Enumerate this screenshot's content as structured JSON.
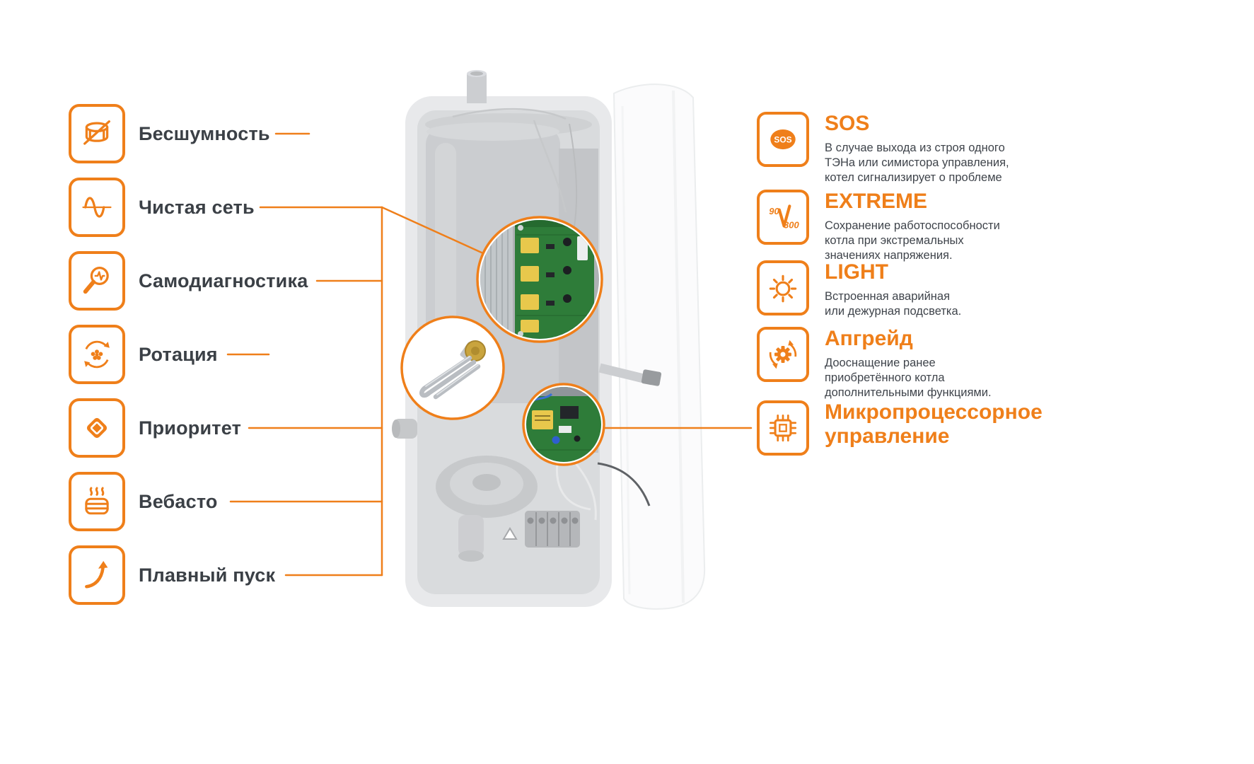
{
  "colors": {
    "accent": "#ef7f1a",
    "text_dark": "#3b4046",
    "text_desc": "#3f444b"
  },
  "icons": {
    "sos_text": "SOS",
    "extreme_left": "90",
    "extreme_right": "300"
  },
  "left_features": [
    {
      "label": "Бесшумность",
      "icon": "drum-mute-icon"
    },
    {
      "label": "Чистая сеть",
      "icon": "sine-wave-icon"
    },
    {
      "label": "Самодиагностика",
      "icon": "diagnostics-magnifier-icon"
    },
    {
      "label": "Ротация",
      "icon": "rotation-arrows-icon"
    },
    {
      "label": "Приоритет",
      "icon": "priority-diamond-icon"
    },
    {
      "label": "Вебасто",
      "icon": "webasto-heating-icon"
    },
    {
      "label": "Плавный пуск",
      "icon": "soft-start-arrow-icon"
    }
  ],
  "right_features": [
    {
      "title_lines": [
        "SOS",
        ""
      ],
      "icon": "sos-badge-icon",
      "description_lines": [
        "В случае выхода из строя одного",
        "ТЭНа или симистора управления,",
        "котел сигнализирует о проблеме"
      ]
    },
    {
      "title_lines": [
        "EXTREME",
        ""
      ],
      "icon": "voltage-range-icon",
      "description_lines": [
        "Сохранение работоспособности",
        "котла при экстремальных",
        "значениях напряжения."
      ]
    },
    {
      "title_lines": [
        "LIGHT",
        ""
      ],
      "icon": "light-sun-icon",
      "description_lines": [
        "Встроенная аварийная",
        "или дежурная подсветка.",
        ""
      ]
    },
    {
      "title_lines": [
        "Апгрейд",
        ""
      ],
      "icon": "upgrade-gear-icon",
      "description_lines": [
        "Дооснащение ранее",
        "приобретённого котла",
        "дополнительными функциями."
      ]
    },
    {
      "title_lines": [
        "Микропроцессорное",
        "управление"
      ],
      "icon": "microchip-icon",
      "description_lines": [
        "",
        "",
        ""
      ]
    }
  ]
}
